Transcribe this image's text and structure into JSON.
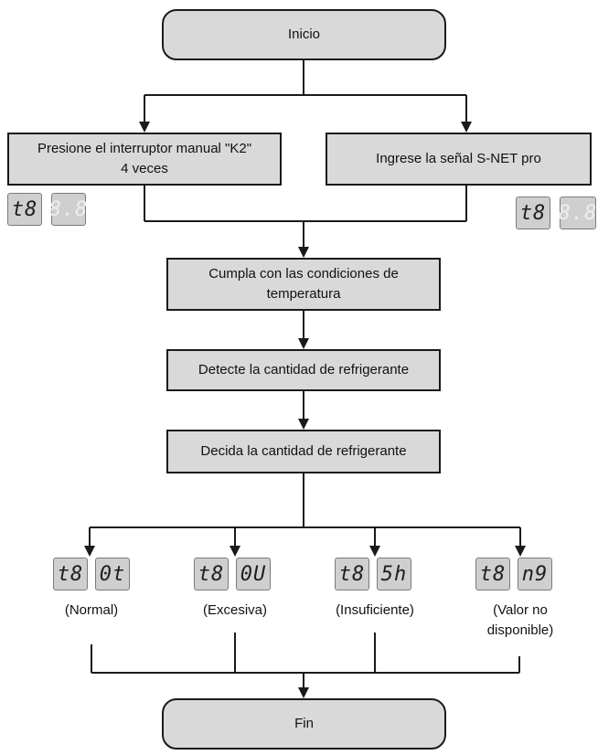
{
  "flow": {
    "start": "Inicio",
    "left_step": "Presione el interruptor manual \"K2\"\n4 veces",
    "right_step": "Ingrese la señal S-NET pro",
    "step_temperature": "Cumpla con las condiciones de\ntemperatura",
    "step_detect": "Detecte la cantidad de refrigerante",
    "step_decide": "Decida la cantidad de refrigerante",
    "end": "Fin"
  },
  "displays": {
    "left": [
      "t8",
      "8.8"
    ],
    "right": [
      "t8",
      "8.8"
    ]
  },
  "results": [
    {
      "codes": [
        "t8",
        "0t"
      ],
      "label": "(Normal)"
    },
    {
      "codes": [
        "t8",
        "0U"
      ],
      "label": "(Excesiva)"
    },
    {
      "codes": [
        "t8",
        "5h"
      ],
      "label": "(Insuficiente)"
    },
    {
      "codes": [
        "t8",
        "n9"
      ],
      "label": "(Valor no\ndisponible)"
    }
  ]
}
